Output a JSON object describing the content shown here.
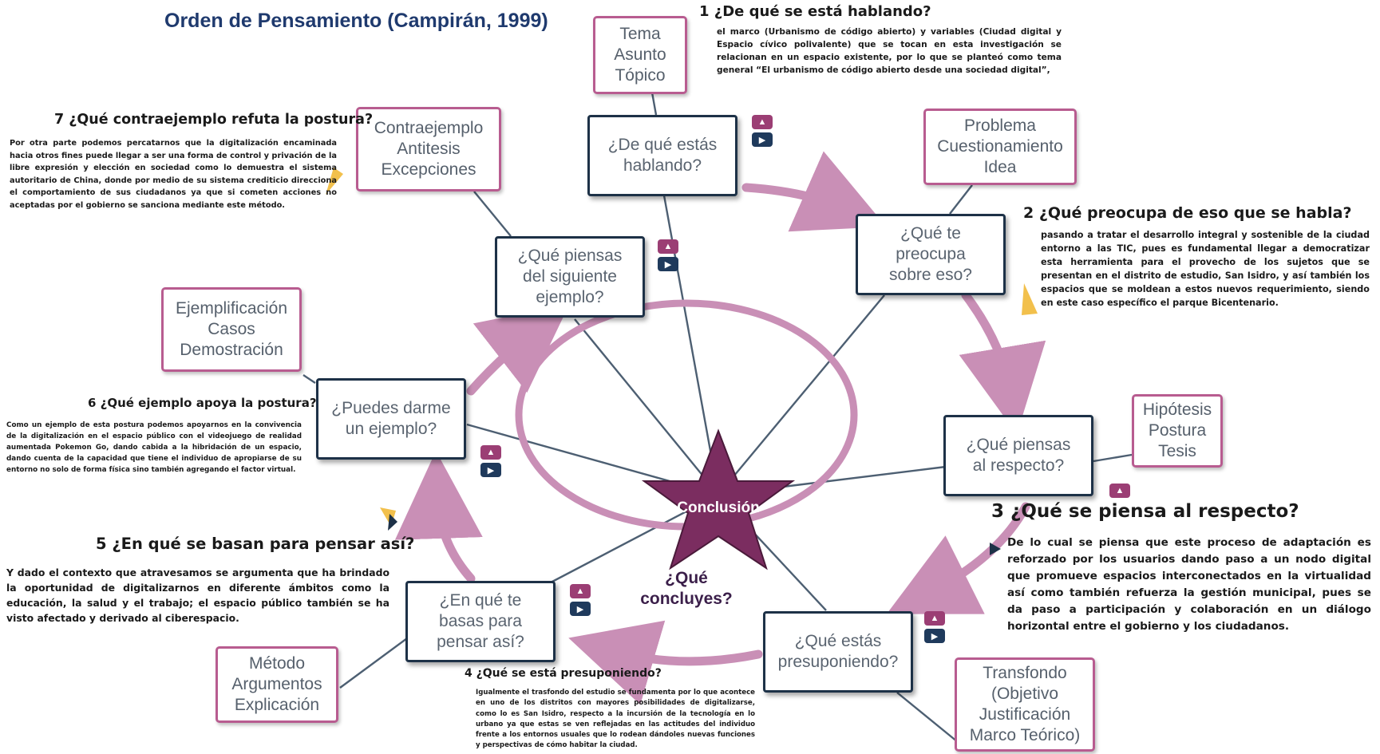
{
  "title": "Orden de Pensamiento (Campirán, 1999)",
  "questions": {
    "q1": "¿De qué estás\nhablando?",
    "q2": "¿Qué te\npreocupa\nsobre eso?",
    "q3": "¿Qué piensas\nal respecto?",
    "q4": "¿Qué estás\npresuponiendo?",
    "q5": "¿En qué te\nbasas para\npensar así?",
    "q6": "¿Puedes darme\nun ejemplo?",
    "q7": "¿Qué piensas\ndel siguiente\nejemplo?"
  },
  "concepts": {
    "tema": "Tema\nAsunto\nTópico",
    "problema": "Problema\nCuestionamiento\nIdea",
    "hipotesis": "Hipótesis\nPostura\nTesis",
    "transfondo": "Transfondo\n(Objetivo\nJustificación\nMarco Teórico)",
    "metodo": "Método\nArgumentos\nExplicación",
    "ejemplificacion": "Ejemplificación\nCasos\nDemostración",
    "contraejemplo": "Contraejemplo\nAntitesis\nExcepciones"
  },
  "center": {
    "star": "Conclusión",
    "question": "¿Qué\nconcluyes?"
  },
  "notes": {
    "n1": {
      "heading": "1 ¿De qué se está hablando?",
      "body": "el marco (Urbanismo de código abierto) y variables (Ciudad digital y Espacio cívico polivalente) que se tocan en esta investigación se relacionan en un espacio existente, por lo que se planteó como tema general “El urbanismo de código abierto desde una sociedad digital”,"
    },
    "n2": {
      "heading": "2 ¿Qué preocupa de eso que se habla?",
      "body": "pasando a tratar el desarrollo integral y sostenible de la ciudad entorno a las TIC, pues es fundamental llegar a democratizar esta herramienta para el provecho de los sujetos que se presentan en el distrito de estudio, San Isidro, y así también los espacios que se moldean a estos nuevos requerimiento, siendo en este caso específico el parque Bicentenario."
    },
    "n3": {
      "heading": "3 ¿Qué se piensa al respecto?",
      "body": "De lo cual se piensa que este proceso de adaptación es reforzado por los usuarios dando paso a un nodo digital que promueve espacios interconectados en la virtualidad así como también refuerza la gestión municipal, pues se da paso a participación y colaboración en un diálogo horizontal entre el gobierno y los ciudadanos."
    },
    "n4": {
      "heading": "4 ¿Qué se está presuponiendo?",
      "body": "Igualmente el trasfondo del estudio se fundamenta por lo que acontece en uno de los distritos con mayores posibilidades de digitalizarse, como lo es San Isidro, respecto a la incursión de la tecnología en lo urbano ya que estas se ven reflejadas en las actitudes del individuo frente a los entornos usuales que lo rodean dándoles nuevas funciones y perspectivas de cómo habitar la ciudad."
    },
    "n5": {
      "heading": "5 ¿En qué se basan para pensar así?",
      "body": "Y dado el contexto que atravesamos se argumenta que ha brindado la oportunidad de digitalizarnos en diferente ámbitos como la educación, la salud y el trabajo; el espacio público también se ha visto afectado y derivado al ciberespacio."
    },
    "n6": {
      "heading": "6 ¿Qué ejemplo apoya la postura?",
      "body": "Como un ejemplo de esta postura podemos apoyarnos en la convivencia de la digitalización en el espacio público con el videojuego de realidad aumentada Pokemon Go, dando cabida a la hibridación de un espacio, dando cuenta de la capacidad que tiene el individuo de apropiarse de su entorno no solo de forma física sino también agregando el factor virtual."
    },
    "n7": {
      "heading": "7 ¿Qué contraejemplo refuta la postura?",
      "body": "Por otra parte podemos percatarnos que la digitalización encaminada hacia otros fines puede llegar a ser una forma de control y privación de la libre expresión y elección en sociedad como lo demuestra el sistema autoritario de China, donde por medio de su sistema crediticio direcciona el comportamiento de sus ciudadanos ya que si cometen acciones no aceptadas por el gobierno se sanciona mediante este método."
    }
  },
  "colors": {
    "navy": "#1d3147",
    "pink": "#b85c90",
    "arrow": "#c98fb6",
    "star": "#7b2d60",
    "title": "#1f3a6e"
  },
  "icons": [
    "triangle-up-icon",
    "play-icon",
    "star-icon",
    "arrow-icon"
  ]
}
